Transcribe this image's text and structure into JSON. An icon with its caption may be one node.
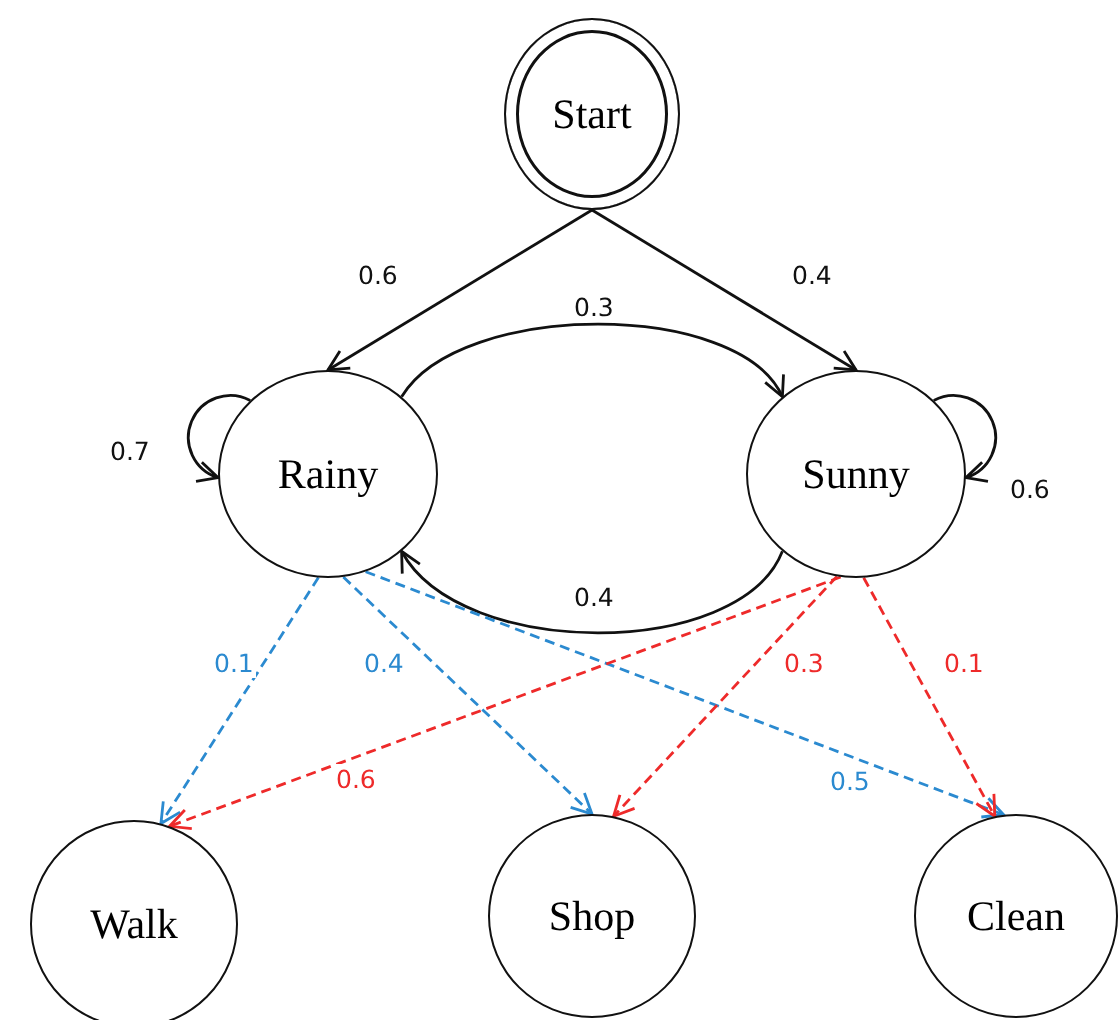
{
  "diagram": {
    "nodes": [
      {
        "text": [
          "Start"
        ]
      },
      {
        "text": [
          "Rainy"
        ]
      },
      {
        "text": [
          "Sunny"
        ]
      },
      {
        "text": [
          "Walk"
        ]
      },
      {
        "text": [
          "Shop"
        ]
      },
      {
        "text": [
          "Clean"
        ]
      }
    ],
    "edges": [
      {
        "from": 0,
        "to": 1,
        "arrow": "to",
        "label": "0.6"
      },
      {
        "from": 0,
        "to": 2,
        "arrow": "to",
        "label": "0.4"
      },
      {
        "from": 1,
        "to": 2,
        "arrow": "to",
        "label": "0.3"
      },
      {
        "from": 2,
        "to": 1,
        "arrow": "to",
        "label": "0.4"
      },
      {
        "from": 1,
        "to": 1,
        "arrow": "to",
        "label": "0.7"
      },
      {
        "from": 2,
        "to": 2,
        "arrow": "to",
        "label": "0.6"
      },
      {
        "from": 1,
        "to": 3,
        "arrow": "to",
        "label": "0.1",
        "style": "dashed",
        "color": "#2b8ad0"
      },
      {
        "from": 1,
        "to": 4,
        "arrow": "to",
        "label": "0.4",
        "style": "dashed",
        "color": "#2b8ad0"
      },
      {
        "from": 1,
        "to": 5,
        "arrow": "to",
        "label": "0.5",
        "style": "dashed",
        "color": "#2b8ad0"
      },
      {
        "from": 2,
        "to": 3,
        "arrow": "to",
        "label": "0.6",
        "style": "dashed",
        "color": "#ee2a2a"
      },
      {
        "from": 2,
        "to": 4,
        "arrow": "to",
        "label": "0.3",
        "style": "dashed",
        "color": "#ee2a2a"
      },
      {
        "from": 2,
        "to": 5,
        "arrow": "to",
        "label": "0.1",
        "style": "dashed",
        "color": "#ee2a2a"
      }
    ]
  }
}
